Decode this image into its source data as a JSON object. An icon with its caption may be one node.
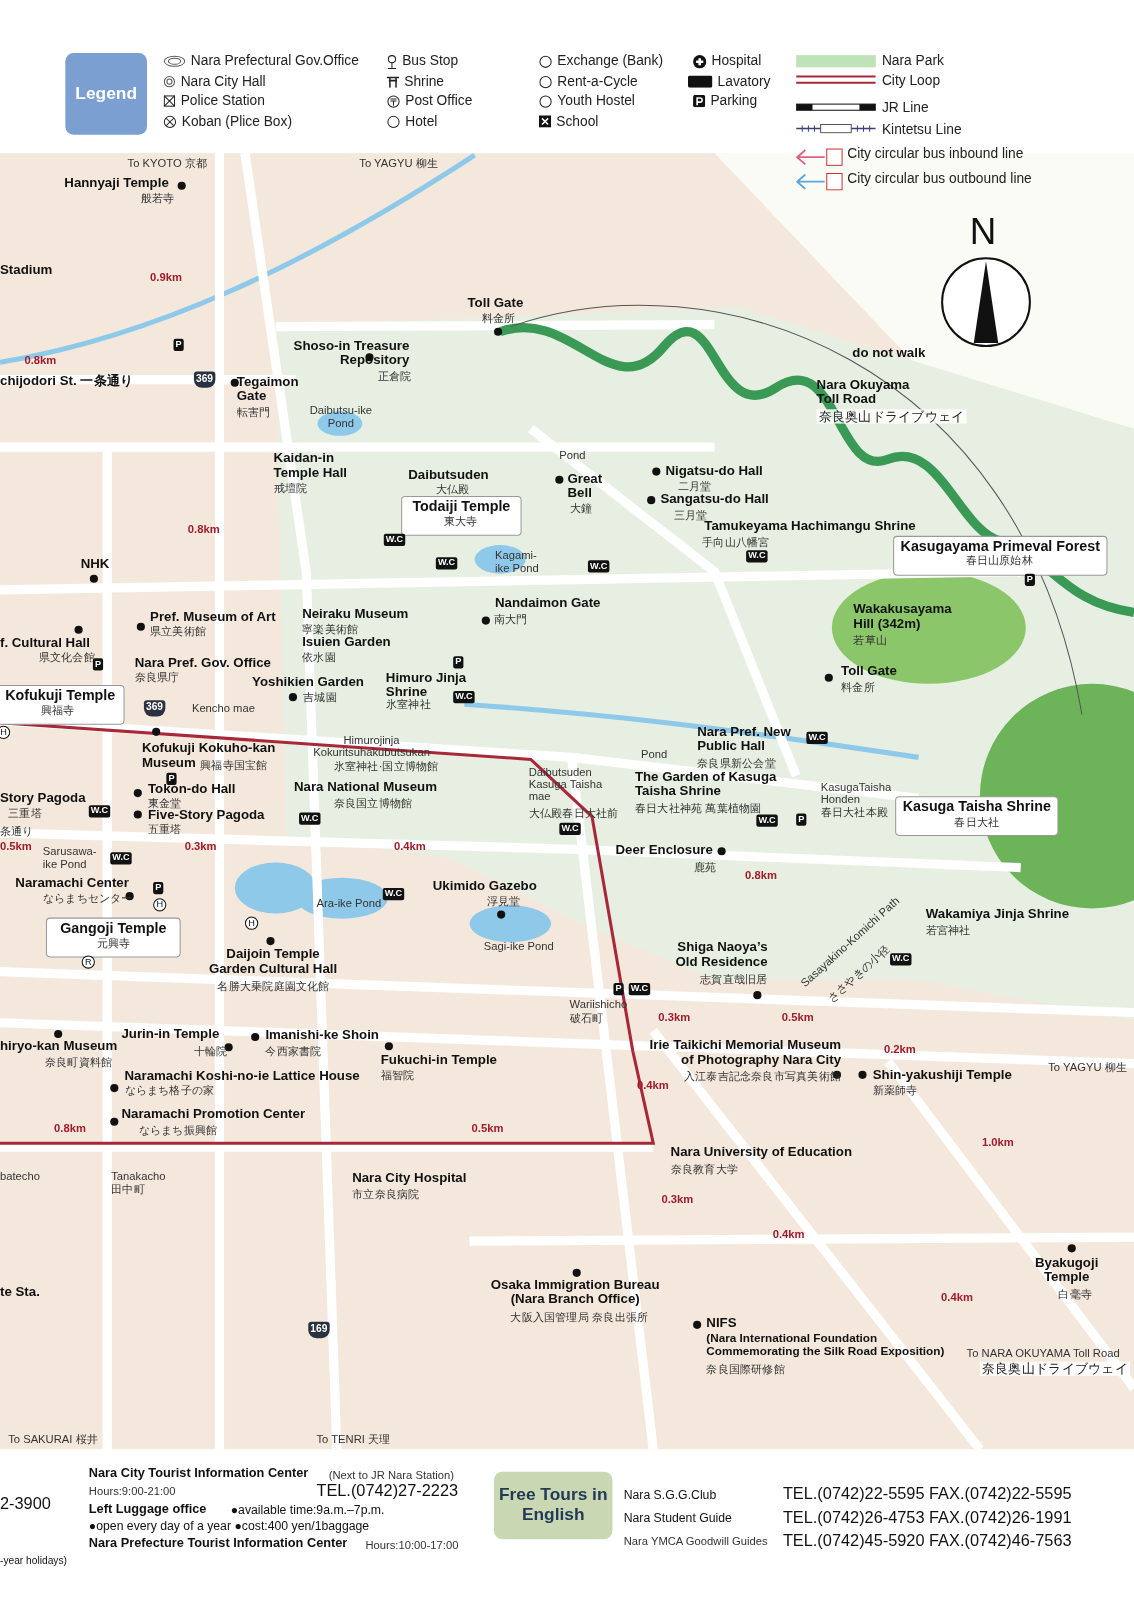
{
  "diagram": {
    "labels": [
      "Legend",
      "To KYOTO 京都",
      "To YAGYU 柳生",
      "Hannyaji Temple",
      "般若寺",
      "Stadium",
      "0.9km",
      "Toll Gate",
      "料金所",
      "P",
      "0.8km",
      "Shoso-in Treasure Repository",
      "chijodori St. 一条通り",
      "369",
      "Tegaimon Gate",
      "正倉院",
      "転害門",
      "Daibutsu-ike Pond",
      "Kaidan-in Temple Hall",
      "戒壇院",
      "Daibutsuden",
      "大仏殿",
      "Pond",
      "Great Bell",
      "大鐘",
      "Nigatsu-do Hall",
      "二月堂",
      "Sangatsu-do Hall",
      "三月堂",
      "do not walk",
      "Nara Okuyama Toll Road",
      "奈良奥山ドライブウェイ",
      "Todaiji Temple",
      "東大寺",
      "Tamukeyama Hachimangu Shrine",
      "手向山八幡宮",
      "W.C",
      "W.C",
      "W.C",
      "W.C",
      "Kasugayama Primeval Forest",
      "春日山原始林",
      "P",
      "0.8km",
      "Kagami-ike Pond",
      "NHK",
      "Nandaimon Gate",
      "南大門",
      "Wakakusayama Hill (342m)",
      "若草山",
      "Neiraku Museum",
      "寧楽美術館",
      "Isuien Garden",
      "依水園",
      "Pref. Museum of Art",
      "県立美術館",
      "f. Cultural Hall",
      "県文化会館",
      "P",
      "Nara Pref. Gov. Office",
      "奈良県庁",
      "Yoshikien Garden",
      "吉城園",
      "Himuro Jinja Shrine",
      "氷室神社",
      "P",
      "W.C",
      "Toll Gate",
      "料金所",
      "Kofukuji Temple",
      "興福寺",
      "369",
      "Kencho mae",
      "H",
      "Nara Pref. New Public Hall",
      "奈良県新公会堂",
      "W.C",
      "Himurojinja Kokuritsuhakubutsukan",
      "氷室神社·国立博物館",
      "Kofukuji Kokuho-kan Museum",
      "興福寺国宝館",
      "P",
      "Pond",
      "Daibutsuden Kasuga Taisha mae",
      "大仏殿春日大社前",
      "The Garden of Kasuga Taisha Shrine",
      "春日大社神苑 萬葉植物園",
      "KasugaTaisha Honden",
      "春日大社本殿",
      "Kasuga Taisha Shrine",
      "春日大社",
      "Story Pagoda",
      "三重塔",
      "W.C",
      "Tokon-do Hall",
      "東金堂",
      "Nara National Museum",
      "奈良国立博物館",
      "W.C",
      "W.C",
      "Five-Story Pagoda",
      "五重塔",
      "W.C",
      "P",
      "条通り",
      "0.5km",
      "0.3km",
      "0.4km",
      "Sarusawa-ike Pond",
      "W.C",
      "Deer Enclosure",
      "鹿苑",
      "0.8km",
      "Naramachi Center",
      "ならまちセンター",
      "P",
      "H",
      "Ukimido Gazebo",
      "浮見堂",
      "W.C",
      "Ara-ike Pond",
      "Wakamiya Jinja Shrine",
      "若宮神社",
      "W.C",
      "Gangoji Temple",
      "元興寺",
      "H",
      "Sagi-ike Pond",
      "Sasayakino-Komichi Path",
      "ささやきの小径",
      "Shiga Naoya’s Old Residence",
      "志賀直哉旧居",
      "Daijoin Temple Garden Cultural Hall",
      "名勝大乗院庭園文化館",
      "R",
      "P",
      "W.C",
      "Wariishicho",
      "破石町",
      "0.3km",
      "0.5km",
      "hiryo-kan Museum",
      "奈良町資料館",
      "Jurin-in Temple",
      "十輪院",
      "Imanishi-ke Shoin",
      "今西家書院",
      "Fukuchi-in Temple",
      "福智院",
      "Irie Taikichi Memorial Museum of Photography Nara City",
      "入江泰吉記念奈良市写真美術館",
      "0.2km",
      "To YAGYU 柳生",
      "Naramachi Koshi-no-ie Lattice House",
      "ならまち格子の家",
      "0.4km",
      "Shin-yakushiji Temple",
      "新薬師寺",
      "0.8km",
      "Naramachi Promotion Center",
      "ならまち振興館",
      "0.5km",
      "1.0km",
      "Nara University of Education",
      "奈良教育大学",
      "batecho",
      "Tanakacho",
      "田中町",
      "Nara City Hospital",
      "市立奈良病院",
      "0.3km",
      "0.4km",
      "te Sta.",
      "Osaka Immigration Bureau (Nara Branch Office)",
      "大阪入国管理局 奈良出張所",
      "0.4km",
      "Byakugoji Temple",
      "白毫寺",
      "NIFS",
      "(Nara International Foundation Commemorating the Silk Road Exposition)",
      "奈良国際研修館",
      "To NARA OKUYAMA Toll Road",
      "奈良奥山ドライブウェイ",
      "169",
      "To SAKURAI 桜井",
      "To TENRI 天理",
      "N",
      "2-3900",
      "-year holidays)",
      "Nara City Tourist Information Center",
      "(Next to JR Nara Station)",
      "Hours:9:00-21:00",
      "TEL.(0742)27-2223",
      "Left Luggage office",
      "●available time:9a.m.–7p.m.",
      "●open every day of a year ●cost:400 yen/1baggage",
      "Nara Prefecture Tourist Information Center",
      "Hours:10:00-17:00",
      "Free Tours in English",
      "Nara S.G.G.Club",
      "TEL.(0742)22-5595 FAX.(0742)22-5595",
      "Nara Student Guide",
      "TEL.(0742)26-4753 FAX.(0742)26-1991",
      "Nara YMCA Goodwill Guides",
      "TEL.(0742)45-5920 FAX.(0742)46-7563"
    ],
    "legend": [
      {
        "text": "Nara Prefectural Gov.Office"
      },
      {
        "text": "Nara City Hall"
      },
      {
        "text": "Police Station"
      },
      {
        "text": "Koban (Plice Box)"
      },
      {
        "text": "Bus Stop"
      },
      {
        "text": "Shrine"
      },
      {
        "text": "Post Office"
      },
      {
        "text": "Hotel"
      },
      {
        "text": "Exchange (Bank)"
      },
      {
        "text": "Rent-a-Cycle"
      },
      {
        "text": "Youth Hostel"
      },
      {
        "text": "School"
      },
      {
        "text": "Hospital"
      },
      {
        "text": "Lavatory"
      },
      {
        "text": "Parking"
      },
      {
        "text": "Nara Park",
        "color": "#bfe3b8"
      },
      {
        "text": "City Loop"
      },
      {
        "text": "JR Line"
      },
      {
        "text": "Kintetsu Line"
      },
      {
        "text": "City circular bus inbound line"
      },
      {
        "text": "City circular bus outbound line"
      }
    ]
  }
}
